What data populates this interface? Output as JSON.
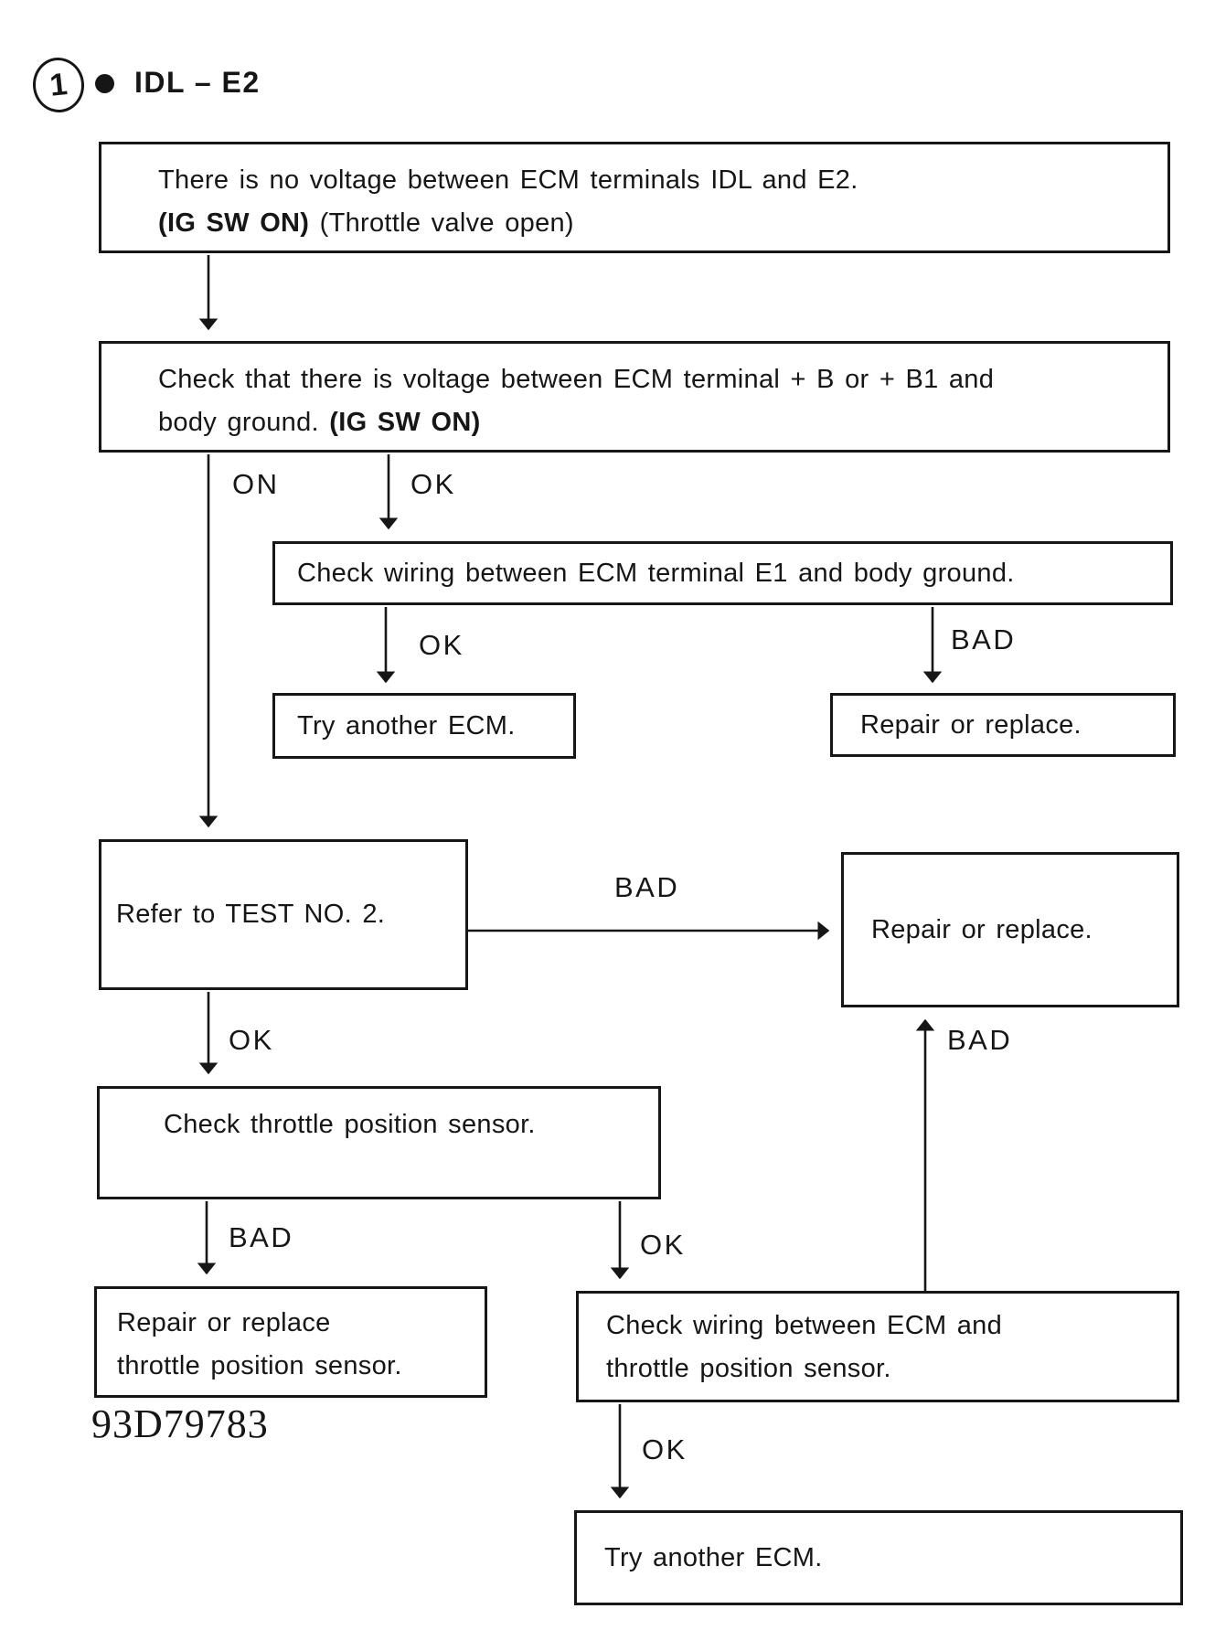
{
  "header": {
    "step_number": "1",
    "title": "IDL – E2"
  },
  "nodes": {
    "no_voltage": {
      "line1": "There is no voltage between ECM terminals IDL and E2.",
      "line2_bold": "(IG SW ON)",
      "line2_rest": " (Throttle valve open)"
    },
    "check_b_voltage": {
      "line1": "Check that there is voltage between ECM terminal + B or + B1 and",
      "line2_rest": "body ground. ",
      "line2_bold": "(IG SW ON)"
    },
    "check_e1_wiring": {
      "text": "Check wiring between ECM terminal E1 and body ground."
    },
    "try_another_ecm_1": {
      "text": "Try another ECM."
    },
    "repair_or_replace_1": {
      "text": "Repair or replace."
    },
    "refer_test_2": {
      "text": "Refer to TEST NO. 2."
    },
    "repair_or_replace_2": {
      "text": "Repair or replace."
    },
    "check_tps": {
      "text": "Check throttle position sensor."
    },
    "repair_tps": {
      "line1": "Repair or replace",
      "line2": "throttle position sensor."
    },
    "check_tps_wiring": {
      "line1": "Check wiring between ECM and",
      "line2": "throttle position sensor."
    },
    "try_another_ecm_2": {
      "text": "Try another ECM."
    }
  },
  "edge_labels": {
    "on_branch": "ON",
    "ok_to_e1_check": "OK",
    "ok_to_try_ecm_1": "OK",
    "bad_to_repair_1": "BAD",
    "bad_refer_to_repair": "BAD",
    "ok_to_check_tps": "OK",
    "bad_to_repair_tps": "BAD",
    "ok_to_check_wiring": "OK",
    "bad_wiring_to_repair": "BAD",
    "ok_to_try_ecm_2": "OK"
  },
  "footer_code": "93D79783",
  "colors": {
    "ink": "#161616",
    "background": "#ffffff"
  }
}
